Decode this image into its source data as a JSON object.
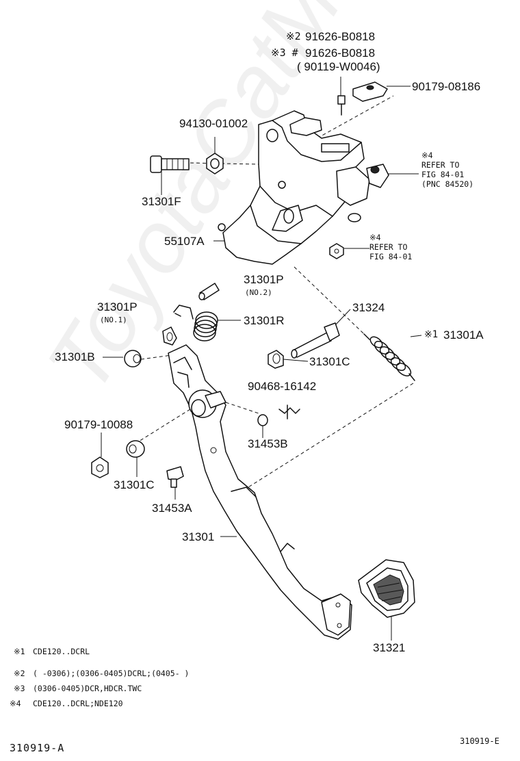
{
  "watermark": "ToyotaCatMire.ru",
  "labels": {
    "p91626_2": "91626-B0818",
    "p91626_3": "91626-B0818",
    "p90119": "( 90119-W0046)",
    "p90179_08186": "90179-08186",
    "p94130": "94130-01002",
    "p31301F": "31301F",
    "p55107A": "55107A",
    "ref1_mark": "※4",
    "ref1_l1": "REFER TO",
    "ref1_l2": "FIG 84-01",
    "ref1_l3": "(PNC 84520)",
    "ref2_mark": "※4",
    "ref2_l1": "REFER TO",
    "ref2_l2": "FIG 84-01",
    "p31301P_2": "31301P",
    "p31301P_2_sub": "(NO.2)",
    "p31301P_1": "31301P",
    "p31301P_1_sub": "(NO.1)",
    "p31301R": "31301R",
    "p31324": "31324",
    "p31301A": "31301A",
    "p31301B": "31301B",
    "p31301C_r": "31301C",
    "p90468": "90468-16142",
    "p90179_10088": "90179-10088",
    "p31453B": "31453B",
    "p31301C_l": "31301C",
    "p31453A": "31453A",
    "p31301": "31301",
    "p31321": "31321"
  },
  "marks": {
    "m2": "※2",
    "m3": "※3 #",
    "m1": "※1"
  },
  "notes": [
    {
      "mark": "※1",
      "text": "CDE120..DCRL"
    },
    {
      "mark": "※2",
      "text": "(      -0306);(0306-0405)DCRL;(0405-      )"
    },
    {
      "mark": "※3",
      "text": "(0306-0405)DCR,HDCR.TWC"
    },
    {
      "mark": "※4",
      "text": "CDE120..DCRL;NDE120"
    }
  ],
  "footer": {
    "left": "310919-A",
    "right": "310919-E"
  }
}
